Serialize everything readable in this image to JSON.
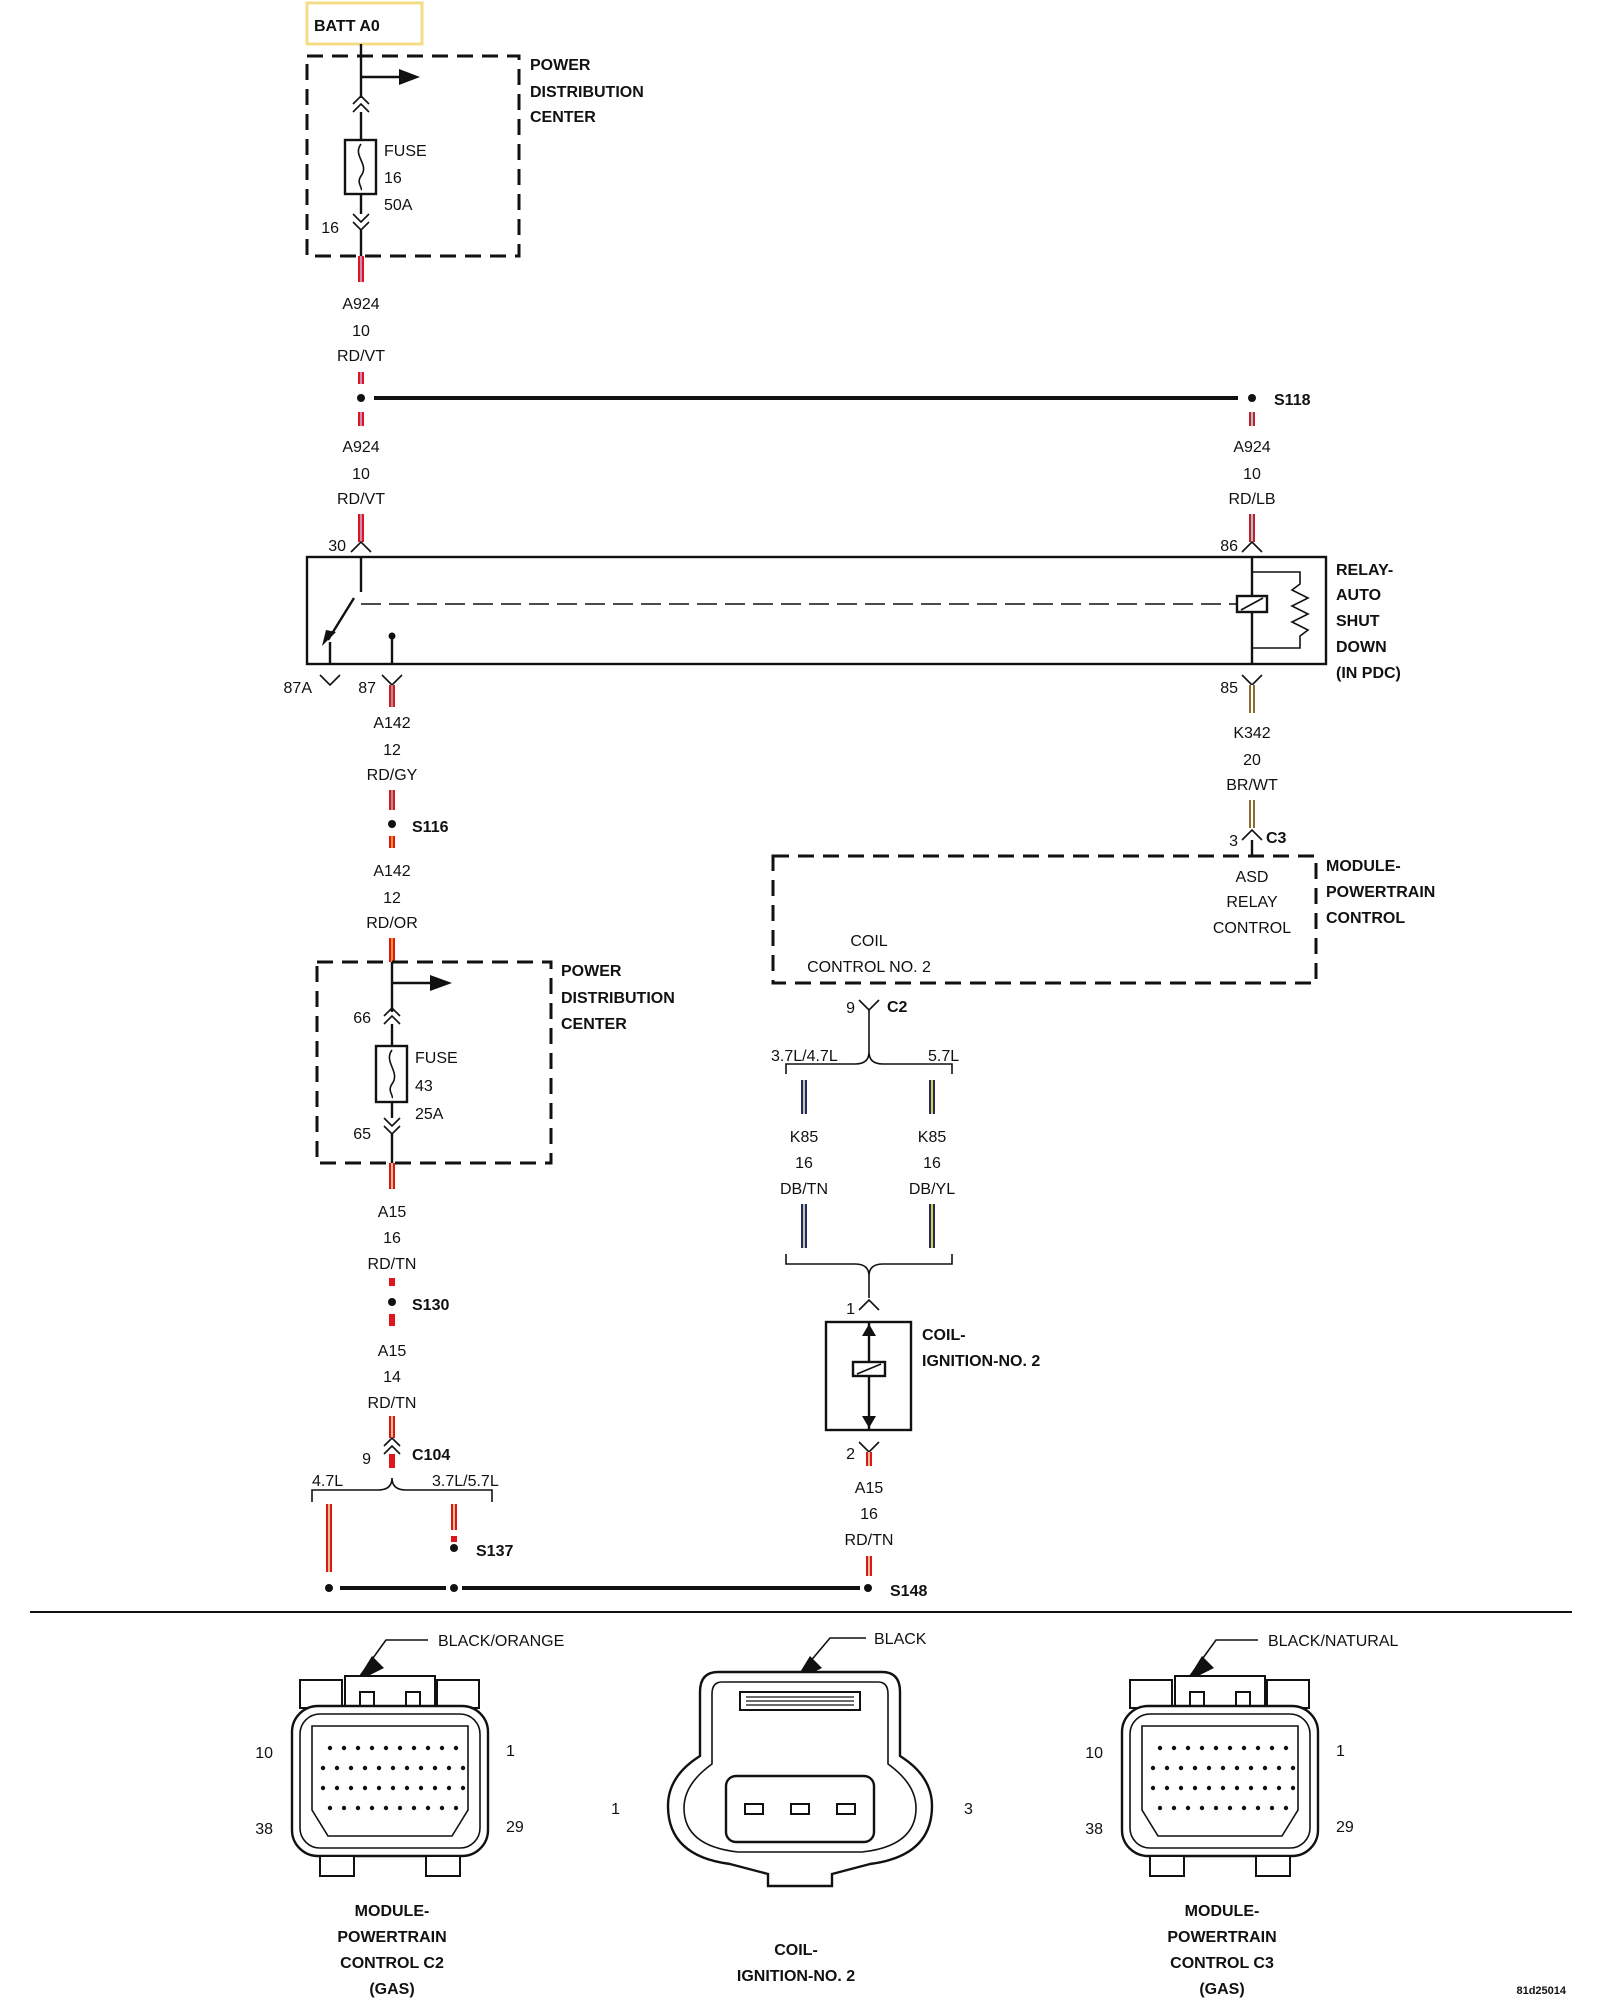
{
  "source": {
    "label": "BATT A0"
  },
  "pdc_top": {
    "title_lines": [
      "POWER",
      "DISTRIBUTION",
      "CENTER"
    ],
    "fuse_lines": [
      "FUSE",
      "16",
      "50A"
    ],
    "pin_out": "16"
  },
  "wires": {
    "a924_top": [
      "A924",
      "10",
      "RD/VT"
    ],
    "a924_left": [
      "A924",
      "10",
      "RD/VT"
    ],
    "a924_right": [
      "A924",
      "10",
      "RD/LB"
    ],
    "a142_top": [
      "A142",
      "12",
      "RD/GY"
    ],
    "a142_bot": [
      "A142",
      "12",
      "RD/OR"
    ],
    "k342": [
      "K342",
      "20",
      "BR/WT"
    ],
    "k85_left": [
      "K85",
      "16",
      "DB/TN"
    ],
    "k85_right": [
      "K85",
      "16",
      "DB/YL"
    ],
    "a15_top": [
      "A15",
      "16",
      "RD/TN"
    ],
    "a15_mid": [
      "A15",
      "14",
      "RD/TN"
    ],
    "a15_coil": [
      "A15",
      "16",
      "RD/TN"
    ]
  },
  "splices": {
    "s118": "S118",
    "s116": "S116",
    "s130": "S130",
    "s137": "S137",
    "s148": "S148"
  },
  "relay": {
    "title_lines": [
      "RELAY-",
      "AUTO",
      "SHUT",
      "DOWN",
      "(IN PDC)"
    ],
    "pin_30": "30",
    "pin_86": "86",
    "pin_87a": "87A",
    "pin_87": "87",
    "pin_85": "85"
  },
  "pcm": {
    "title_lines": [
      "MODULE-",
      "POWERTRAIN",
      "CONTROL"
    ],
    "asd_lines": [
      "ASD",
      "RELAY",
      "CONTROL"
    ],
    "coil_lines": [
      "COIL",
      "CONTROL NO. 2"
    ],
    "c3_pin": "3",
    "c3_label": "C3",
    "c2_pin": "9",
    "c2_label": "C2"
  },
  "engine_options": {
    "left_a": "3.7L/4.7L",
    "right_a": "5.7L",
    "left_b": "4.7L",
    "right_b": "3.7L/5.7L"
  },
  "pdc_bottom": {
    "title_lines": [
      "POWER",
      "DISTRIBUTION",
      "CENTER"
    ],
    "fuse_lines": [
      "FUSE",
      "43",
      "25A"
    ],
    "pin_in": "66",
    "pin_out": "65"
  },
  "connector_c104": {
    "pin": "9",
    "label": "C104"
  },
  "coil": {
    "title_lines": [
      "COIL-",
      "IGNITION-NO. 2"
    ],
    "pin_1": "1",
    "pin_2": "2"
  },
  "connectors": [
    {
      "color": "BLACK/ORANGE",
      "pin_tl": "10",
      "pin_tr": "1",
      "pin_bl": "38",
      "pin_br": "29",
      "name_lines": [
        "MODULE-",
        "POWERTRAIN",
        "CONTROL C2",
        "(GAS)"
      ]
    },
    {
      "color": "BLACK",
      "pin_l": "1",
      "pin_r": "3",
      "name_lines": [
        "COIL-",
        "IGNITION-NO. 2"
      ]
    },
    {
      "color": "BLACK/NATURAL",
      "pin_tl": "10",
      "pin_tr": "1",
      "pin_bl": "38",
      "pin_br": "29",
      "name_lines": [
        "MODULE-",
        "POWERTRAIN",
        "CONTROL C3",
        "(GAS)"
      ]
    }
  ],
  "figure_id": "81d25014",
  "colors": {
    "red": "#e0151b",
    "violet": "#c98bbd",
    "lightblue": "#7fd2e6",
    "brown": "#8b6b2e",
    "white": "#ffffff",
    "darkblue": "#1a2a7a",
    "tan": "#d9c48a",
    "yellow": "#e8d21a",
    "gray": "#9a9a9a",
    "orange": "#f29a1f",
    "batt_box": "#f4dc86"
  }
}
